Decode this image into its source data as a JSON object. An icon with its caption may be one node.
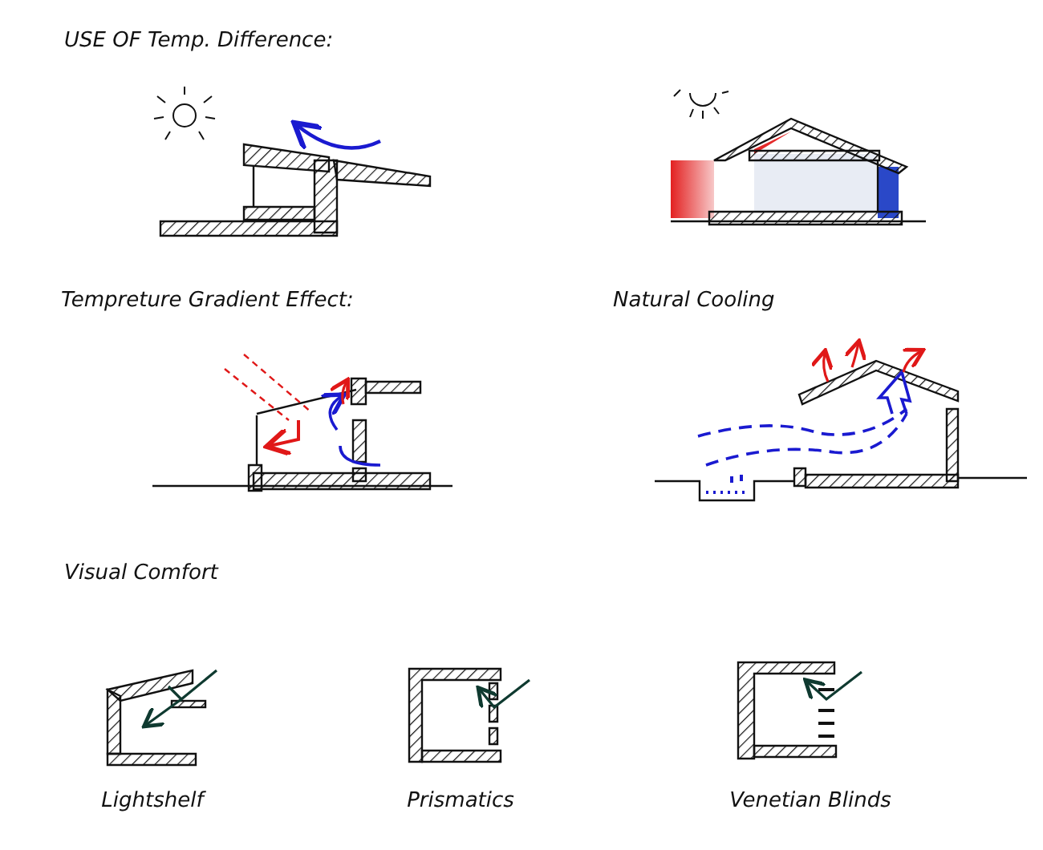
{
  "diagram": {
    "labels": [
      "USE OF Temp. Difference:",
      "Tempreture Gradient Effect:",
      "Natural Cooling",
      "Visual Comfort",
      "Lightshelf",
      "Prismatics",
      "Venetian Blinds"
    ]
  }
}
